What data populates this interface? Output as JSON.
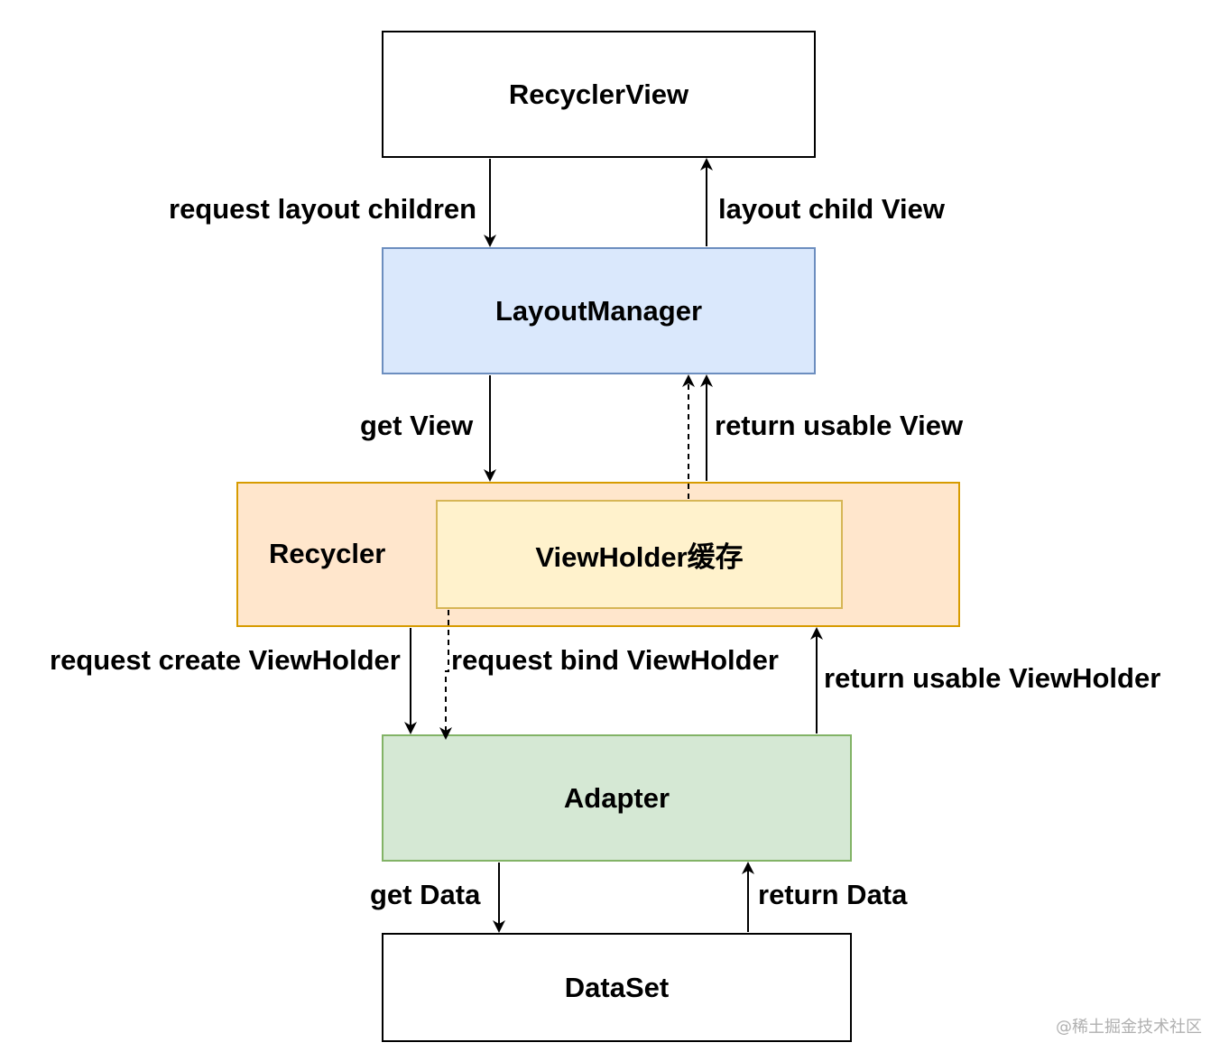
{
  "nodes": {
    "recyclerview": "RecyclerView",
    "layoutmanager": "LayoutManager",
    "recycler": "Recycler",
    "viewholder_cache": "ViewHolder缓存",
    "adapter": "Adapter",
    "dataset": "DataSet"
  },
  "edges": {
    "request_layout_children": "request layout children",
    "layout_child_view": "layout child View",
    "get_view": "get View",
    "return_usable_view": "return usable View",
    "request_create_viewholder": "request create ViewHolder",
    "request_bind_viewholder": "request bind ViewHolder",
    "return_usable_viewholder": "return usable ViewHolder",
    "get_data": "get Data",
    "return_data": "return Data"
  },
  "colors": {
    "layoutmanager_fill": "#dae8fc",
    "layoutmanager_stroke": "#6c8ebf",
    "recycler_fill": "#ffe6cc",
    "recycler_stroke": "#d79b00",
    "viewholder_fill": "#fff2cc",
    "viewholder_stroke": "#d6b656",
    "adapter_fill": "#d5e8d4",
    "adapter_stroke": "#82b366"
  },
  "watermark": "@稀土掘金技术社区"
}
